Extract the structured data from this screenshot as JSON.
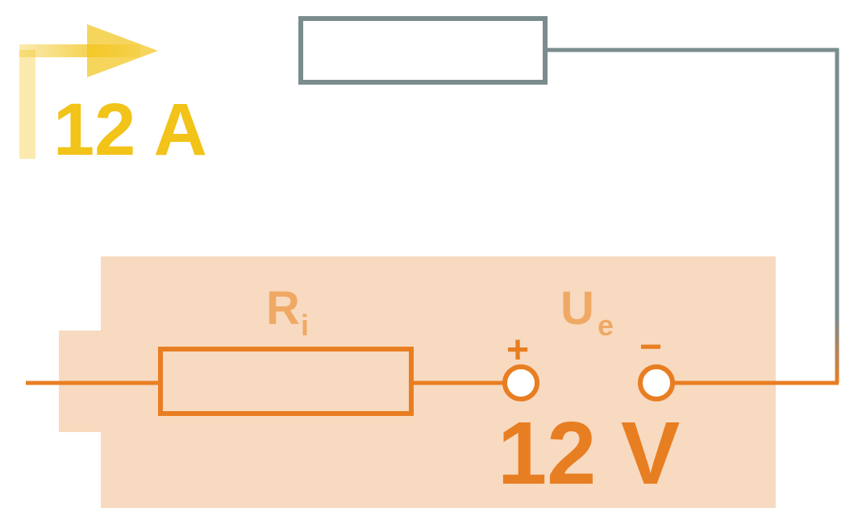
{
  "labels": {
    "current": "12 A",
    "voltage": "12 V",
    "internal_resistance_main": "R",
    "internal_resistance_sub": "i",
    "emf_main": "U",
    "emf_sub": "e",
    "terminal_plus": "+",
    "terminal_minus": "−"
  },
  "colors": {
    "wire_gray": "#7a8c8e",
    "source_orange": "#e87e22",
    "source_fill": "#f8dac0",
    "label_faded_orange": "#f0a965",
    "current_yellow": "#f2c318"
  },
  "elements": {
    "external_resistor": "load-resistor",
    "internal_resistor": "internal-resistor",
    "battery": "voltage-source",
    "current_arrow": "current-direction-arrow"
  }
}
